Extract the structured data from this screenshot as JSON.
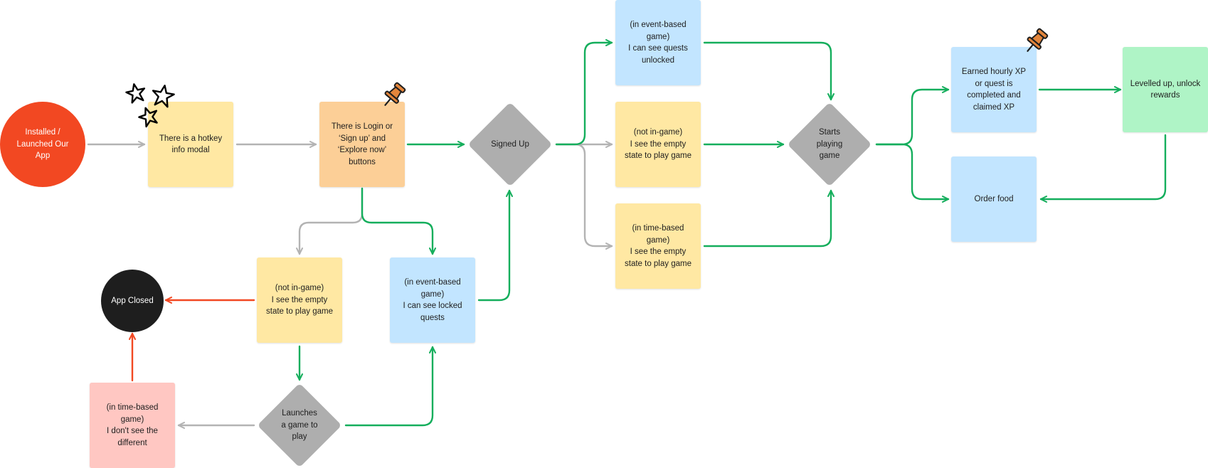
{
  "colors": {
    "yellow": "#ffe8a3",
    "orange": "#fccf97",
    "blue": "#c2e5ff",
    "green": "#aff4c6",
    "pink": "#ffc7c2",
    "red_circle": "#f24822",
    "black_circle": "#1e1e1e",
    "decision": "#aeaeae",
    "arrow_grey": "#b3b3b3",
    "arrow_green": "#14ae5c",
    "arrow_red": "#f24822",
    "pin": "#e3853b"
  },
  "nodes": {
    "installed": "Installed /\nLaunched Our\nApp",
    "hotkey_modal": "There is a hotkey\ninfo modal",
    "login_buttons": "There is Login or\n‘Sign up’ and\n‘Explore now’\nbuttons",
    "signed_up": "Signed Up",
    "event_unlocked": "(in event-based\ngame)\nI can see quests\nunlocked",
    "not_ingame_top": "(not in-game)\nI see the empty\nstate to play game",
    "time_based_top": "(in time-based\ngame)\nI see the empty\nstate to play game",
    "starts_playing": "Starts\nplaying\ngame",
    "earned_xp": "Earned hourly XP\nor quest is\ncompleted and\nclaimed XP",
    "levelled_up": "Levelled up, unlock\nrewards",
    "order_food": "Order food",
    "app_closed": "App Closed",
    "not_ingame_bottom": "(not in-game)\nI see the empty\nstate to play game",
    "event_locked": "(in event-based\ngame)\nI can see locked\nquests",
    "launches_game": "Launches\na game to\nplay",
    "time_based_bottom": "(in time-based\ngame)\nI don't see the\ndifferent"
  },
  "decorations": [
    "star-stamp",
    "star-stamp",
    "star-stamp",
    "push-pin-stamp",
    "push-pin-stamp"
  ]
}
